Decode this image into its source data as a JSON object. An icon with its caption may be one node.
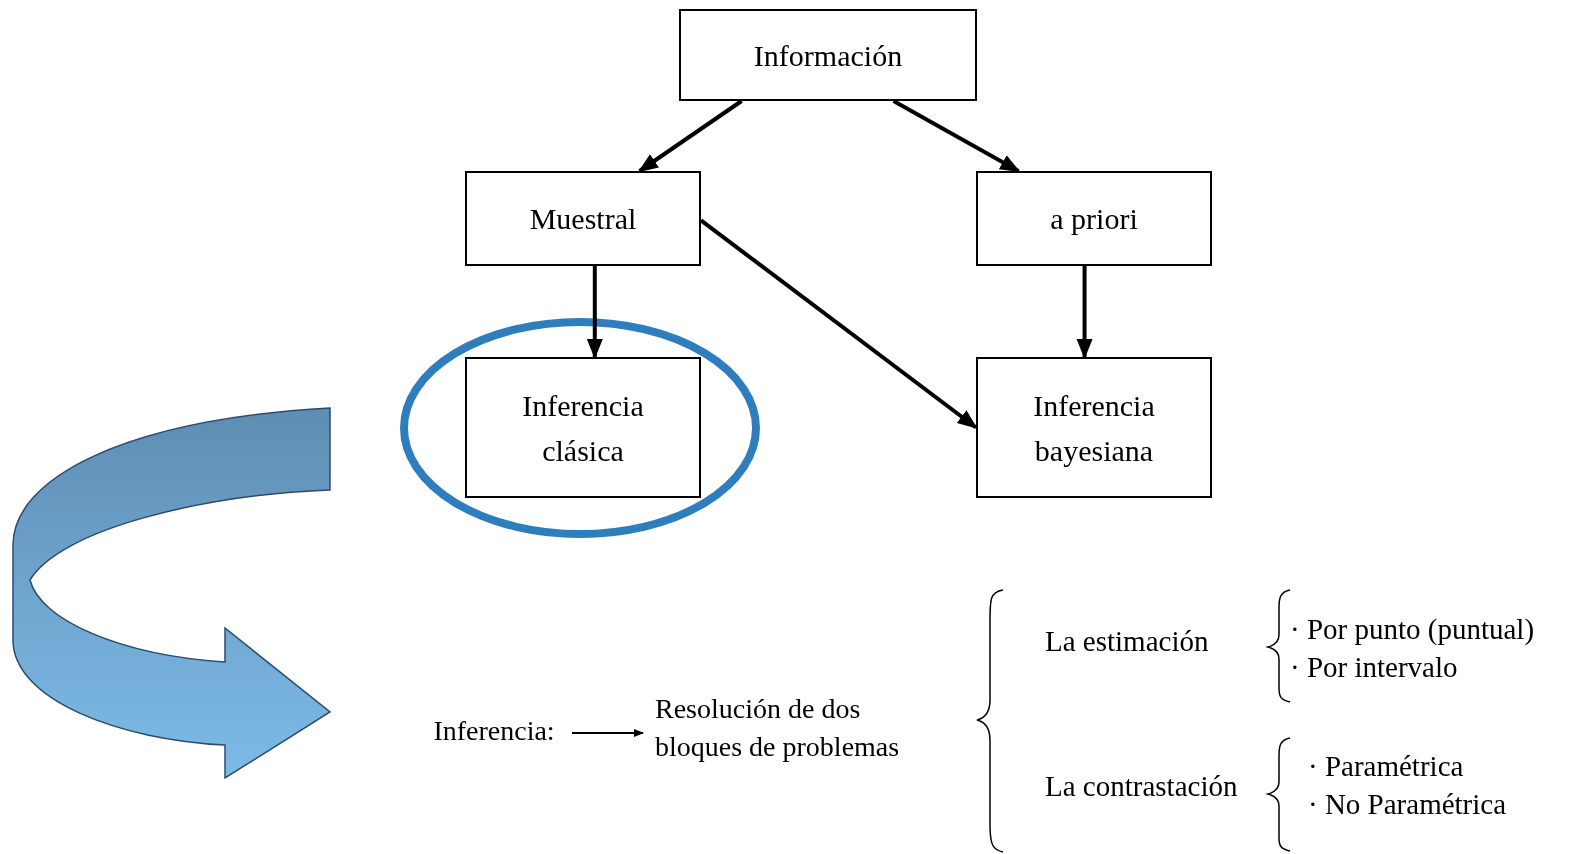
{
  "diagram": {
    "nodes": [
      {
        "text": [
          "Información"
        ]
      },
      {
        "text": [
          "Muestral"
        ]
      },
      {
        "text": [
          "a priori"
        ]
      },
      {
        "text": [
          "Inferencia clásica"
        ]
      },
      {
        "text": [
          "Inferencia bayesiana"
        ]
      },
      {
        "text": [
          "Inferencia:"
        ]
      },
      {
        "text": [
          "Resolución de dos bloques de problemas"
        ]
      }
    ],
    "edges": [
      {
        "from": 0,
        "to": 1,
        "arrow": "to"
      },
      {
        "from": 0,
        "to": 2,
        "arrow": "to"
      },
      {
        "from": 1,
        "to": 3,
        "arrow": "to"
      },
      {
        "from": 1,
        "to": 4,
        "arrow": "to"
      },
      {
        "from": 2,
        "to": 4,
        "arrow": "to"
      },
      {
        "from": 5,
        "to": 6,
        "arrow": "to"
      }
    ],
    "labels": [
      "La estimación",
      "· Por punto (puntual)",
      "· Por intervalo",
      "La contrastación",
      "· Paramétrica",
      "· No Paramétrica"
    ]
  }
}
